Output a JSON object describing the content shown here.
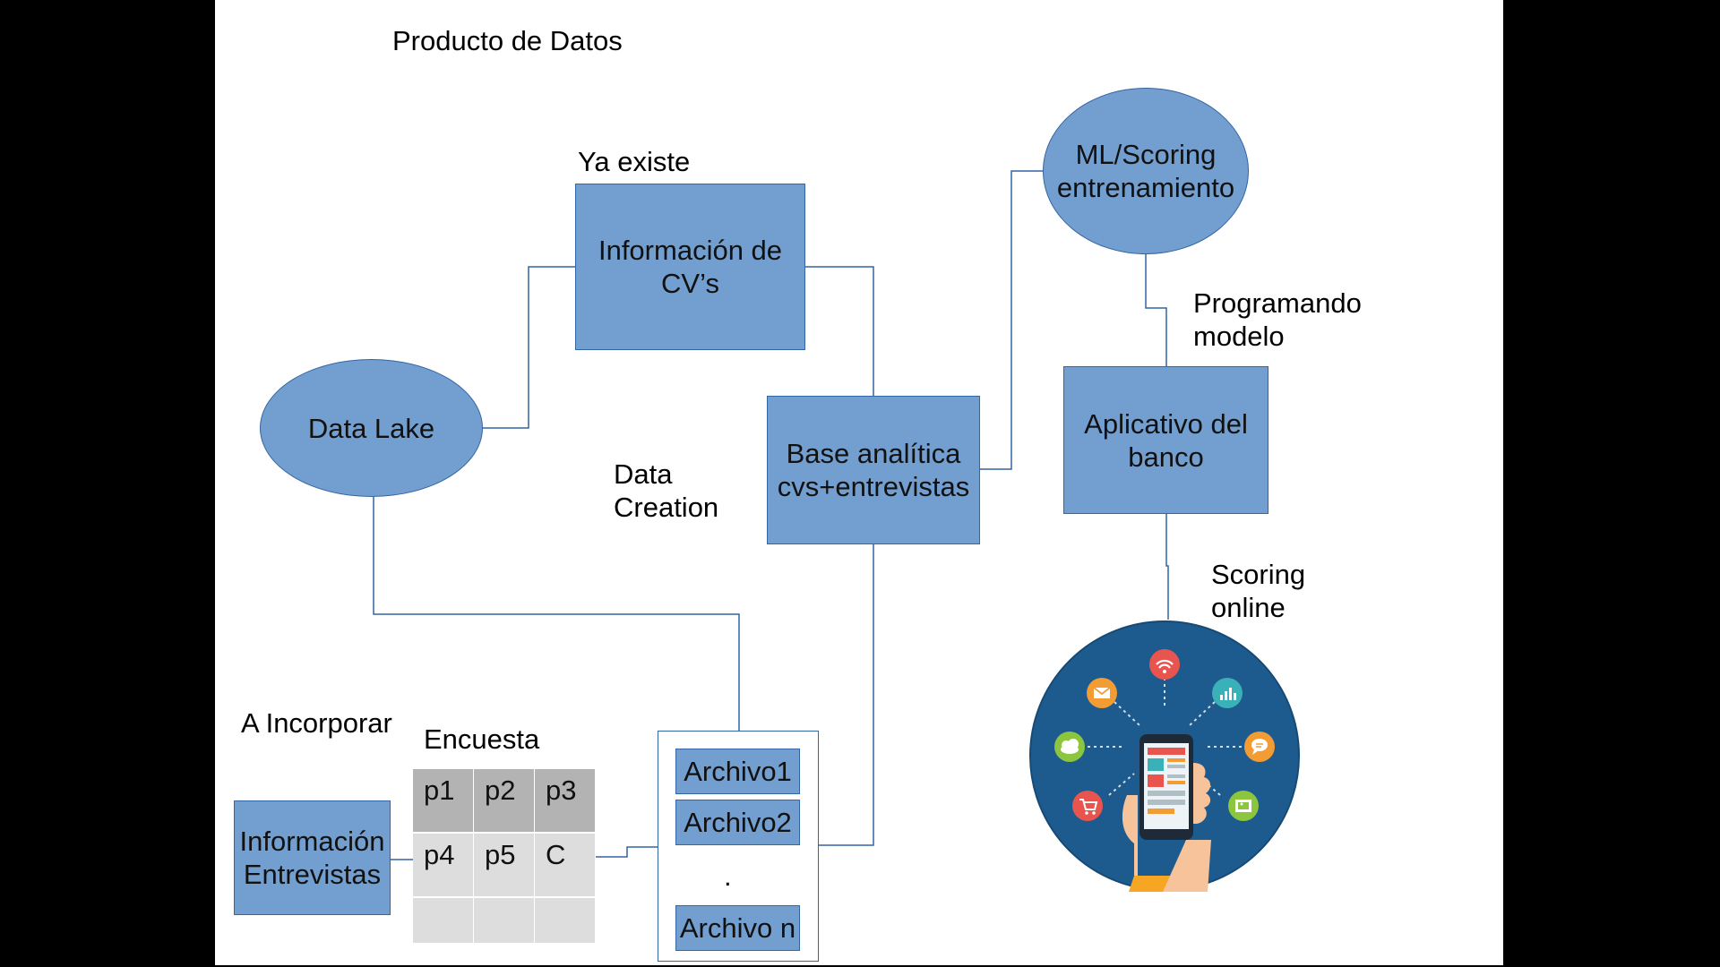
{
  "labels": {
    "title": "Producto de Datos",
    "ya_existe": "Ya existe",
    "data_creation": "Data\nCreation",
    "a_incorporar": "A Incorporar",
    "encuesta": "Encuesta",
    "programando": "Programando\nmodelo",
    "scoring_online": "Scoring\nonline"
  },
  "nodes": {
    "data_lake": "Data Lake",
    "info_cvs": "Información de\nCV’s",
    "base_analitica": "Base analítica\ncvs+entrevistas",
    "ml_scoring": "ML/Scoring\nentrenamiento",
    "aplicativo": "Aplicativo del\nbanco",
    "info_entrevistas": "Información\nEntrevistas"
  },
  "files": [
    "Archivo1",
    "Archivo2",
    ".",
    "Archivo n"
  ],
  "survey_table": [
    [
      "p1",
      "p2",
      "p3"
    ],
    [
      "p4",
      "p5",
      "C"
    ],
    [
      "",
      "",
      ""
    ]
  ],
  "colors": {
    "node_fill": "#729fcf",
    "node_border": "#3465a4",
    "connector": "#3465a4",
    "table_dark": "#b3b3b3",
    "table_light": "#dddddd",
    "phone_circle": "#1d5b8e"
  },
  "icons": [
    "wifi-icon",
    "mail-icon",
    "chart-icon",
    "cloud-icon",
    "chat-icon",
    "cart-icon",
    "image-icon",
    "smartphone-icon"
  ]
}
